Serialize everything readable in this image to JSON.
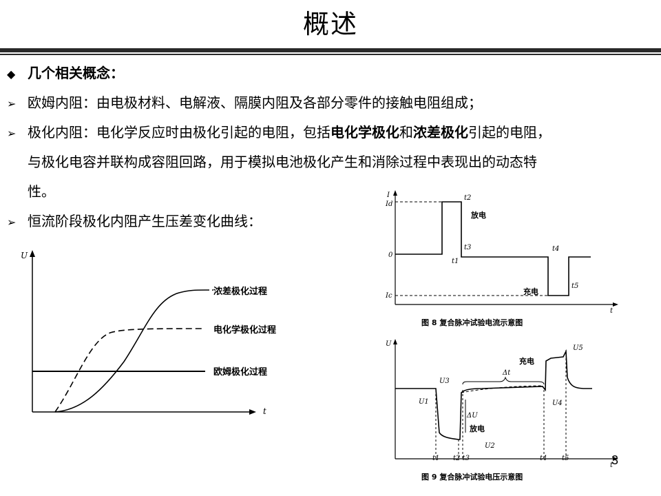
{
  "title": "概述",
  "heading": "几个相关概念：",
  "bullets": {
    "b1": "欧姆内阻：由电极材料、电解液、隔膜内阻及各部分零件的接触电阻组成；",
    "b2_pre": "极化内阻：电化学反应时由极化引起的电阻，包括",
    "b2_bold1": "电化学极化",
    "b2_mid": "和",
    "b2_bold2": "浓差极化",
    "b2_post": "引起的电阻，",
    "b2_line2": "与极化电容并联构成容阻回路，用于模拟电池极化产生和消除过程中表现出的动态特",
    "b2_line3": "性。",
    "b3": "恒流阶段极化内阻产生压差变化曲线："
  },
  "icons": {
    "heading_marker": "diamond-icon",
    "bullet_marker": "arrow-right-icon"
  },
  "page_number": "3",
  "chart_left": {
    "y_axis_label": "U",
    "x_axis_label": "t",
    "legend": {
      "conc": "浓差极化过程",
      "echem": "电化学极化过程",
      "ohm": "欧姆极化过程"
    }
  },
  "fig8": {
    "caption": "图 8   复合脉冲试验电流示意图",
    "y_axis_label": "I",
    "x_axis_label": "t",
    "id_label": "Id",
    "zero_label": "0",
    "ic_label": "Ic",
    "discharge_label": "放电",
    "charge_label": "充电",
    "t1": "t1",
    "t2": "t2",
    "t3": "t3",
    "t4": "t4",
    "t5": "t5"
  },
  "fig9": {
    "caption": "图 9   复合脉冲试验电压示意图",
    "y_axis_label": "U",
    "x_axis_label": "t",
    "charge_label": "充电",
    "discharge_label": "放电",
    "delta_t": "Δt",
    "delta_u": "ΔU",
    "U1": "U1",
    "U2": "U2",
    "U3": "U3",
    "U4": "U4",
    "U5": "U5",
    "t1": "t1",
    "t2t3": "t2 t3",
    "t4": "t4",
    "t5": "t5"
  }
}
